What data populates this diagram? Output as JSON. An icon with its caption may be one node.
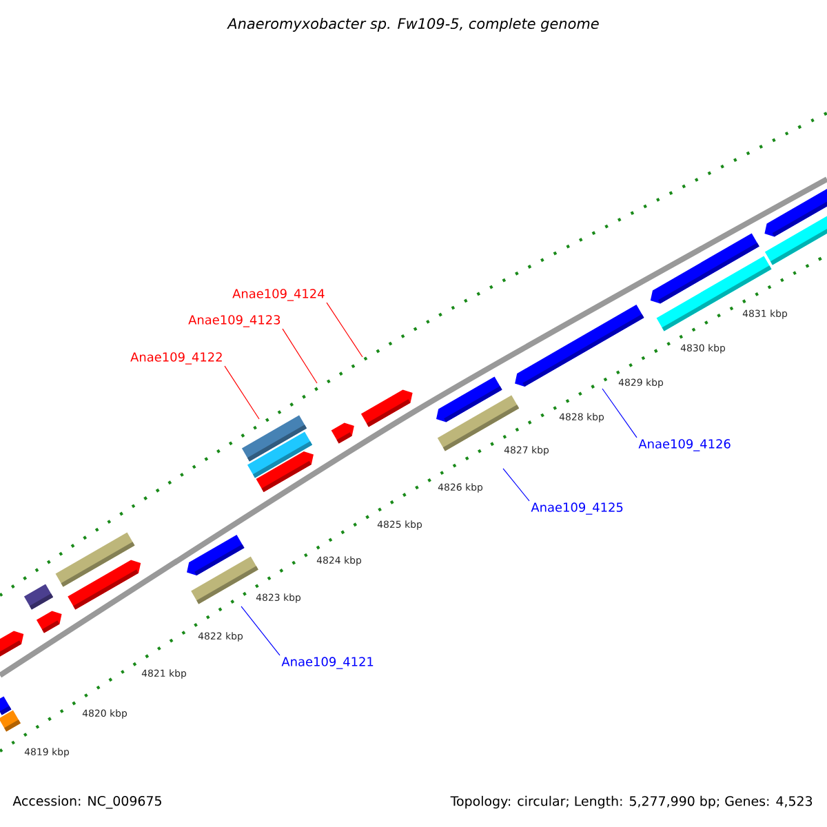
{
  "diagram": {
    "title": "Anaeromyxobacter sp. Fw109-5, complete genome",
    "nodes": [
      {
        "text": [
          "Anae109_4124"
        ]
      },
      {
        "text": [
          "Anae109_4123"
        ]
      },
      {
        "text": [
          "Anae109_4122"
        ]
      },
      {
        "text": [
          "Anae109_4126"
        ]
      },
      {
        "text": [
          "Anae109_4125"
        ]
      },
      {
        "text": [
          "Anae109_4121"
        ]
      }
    ],
    "edges": [
      {
        "from": 0,
        "to": null,
        "arrow": "none",
        "color": "#ff0000"
      },
      {
        "from": 1,
        "to": null,
        "arrow": "none",
        "color": "#ff0000"
      },
      {
        "from": 2,
        "to": null,
        "arrow": "none",
        "color": "#ff0000"
      },
      {
        "from": 3,
        "to": null,
        "arrow": "none",
        "color": "#0000ff"
      },
      {
        "from": 4,
        "to": null,
        "arrow": "none",
        "color": "#0000ff"
      },
      {
        "from": 5,
        "to": null,
        "arrow": "none",
        "color": "#0000ff"
      }
    ],
    "labels": [
      "4831 kbp",
      "4830 kbp",
      "4829 kbp",
      "4828 kbp",
      "4827 kbp",
      "4826 kbp",
      "4825 kbp",
      "4824 kbp",
      "4823 kbp",
      "4822 kbp",
      "4821 kbp",
      "4820 kbp",
      "4819 kbp",
      "Accession: NC_009675",
      "Topology: circular; Length: 5,277,990 bp; Genes: 4,523"
    ]
  }
}
